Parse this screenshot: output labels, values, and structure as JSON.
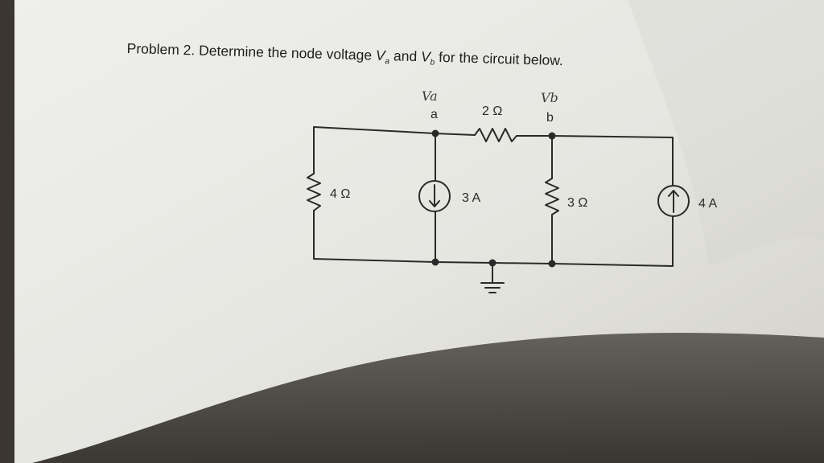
{
  "problem": {
    "prefix": "Problem 2.",
    "text_before": " Determine the node voltage ",
    "va_letter": "V",
    "va_sub": "a",
    "text_and": " and ",
    "vb_letter": "V",
    "vb_sub": "b",
    "text_after": " for the circuit below."
  },
  "circuit": {
    "node_a": "a",
    "node_b": "b",
    "r_top": "2 Ω",
    "r_left": "4 Ω",
    "i_source_mid": "3 A",
    "r_right": "3 Ω",
    "i_source_right": "4 A"
  },
  "handwriting": {
    "va_note": "Va",
    "vb_note": "Vb"
  },
  "colors": {
    "paper": "#e9e9e4",
    "ink": "#2a2a2a",
    "shadow": "#3a3530"
  }
}
